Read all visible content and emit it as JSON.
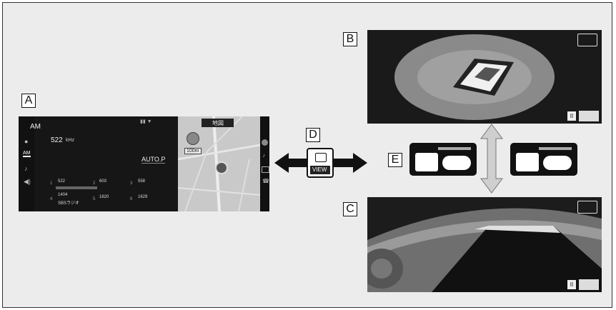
{
  "labels": {
    "a": "A",
    "b": "B",
    "c": "C",
    "d": "D",
    "e": "E"
  },
  "audio": {
    "band": "AM",
    "frequency": "522",
    "unit": "kHz",
    "auto_preset": "AUTO.P",
    "presets": [
      {
        "num": "1",
        "freq": "522"
      },
      {
        "num": "2",
        "freq": "603"
      },
      {
        "num": "3",
        "freq": "558"
      },
      {
        "num": "4",
        "freq": "1404",
        "name": "SBSラジオ"
      },
      {
        "num": "5",
        "freq": "1620"
      },
      {
        "num": "6",
        "freq": "1629"
      }
    ],
    "sidebar_band": "AM"
  },
  "map": {
    "title": "地図",
    "scale": "100m"
  },
  "view_button": {
    "label": "VIEW"
  },
  "pause_icon": "II",
  "colors": {
    "screen_bg": "#161616",
    "panel_bg": "#ececec",
    "arrow": "#111111",
    "map_bg": "#c9c9c9"
  }
}
